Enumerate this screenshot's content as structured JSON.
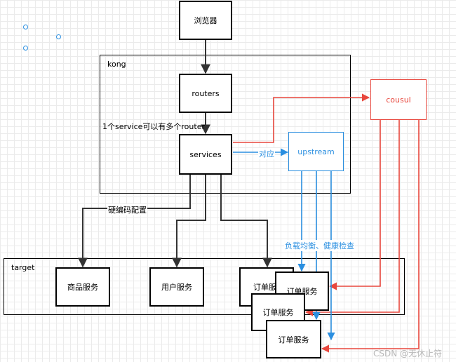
{
  "nodes": {
    "browser": "浏览器",
    "routers": "routers",
    "services": "services",
    "upstream": "upstream",
    "cousul": "cousul",
    "product_service": "商品服务",
    "user_service": "用户服务",
    "order_service_1": "订单服务",
    "order_service_2": "订单服务",
    "order_service_3": "订单服务",
    "order_service_4": "订单服务"
  },
  "containers": {
    "kong": "kong",
    "target": "target"
  },
  "labels": {
    "router_note": "1个service可以有多个router",
    "map_note": "对应",
    "hardcode_note": "硬编码配置",
    "lb_note": "负载均衡、健康检查",
    "watermark": "CSDN @无休止符"
  },
  "colors": {
    "red": "#e8473d",
    "blue": "#2b8fe0"
  }
}
